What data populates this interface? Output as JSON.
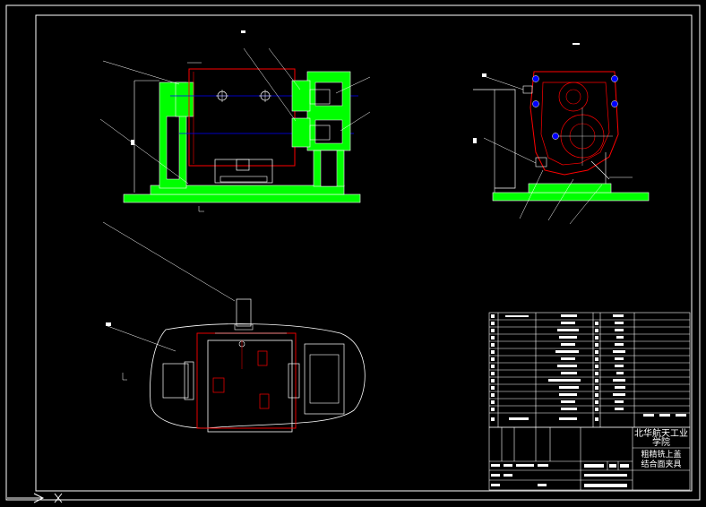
{
  "title_block": {
    "school_line1": "北华航天工业",
    "school_line2": "学院",
    "part_line1": "粗精铣上盖",
    "part_line2": "结合面夹具"
  },
  "colors": {
    "background": "#000000",
    "frame": "#ffffff",
    "section_fill": "#00ff00",
    "part_outline": "#ff0000",
    "centerline": "#0000ff",
    "bolt_marker": "#0000ff"
  }
}
